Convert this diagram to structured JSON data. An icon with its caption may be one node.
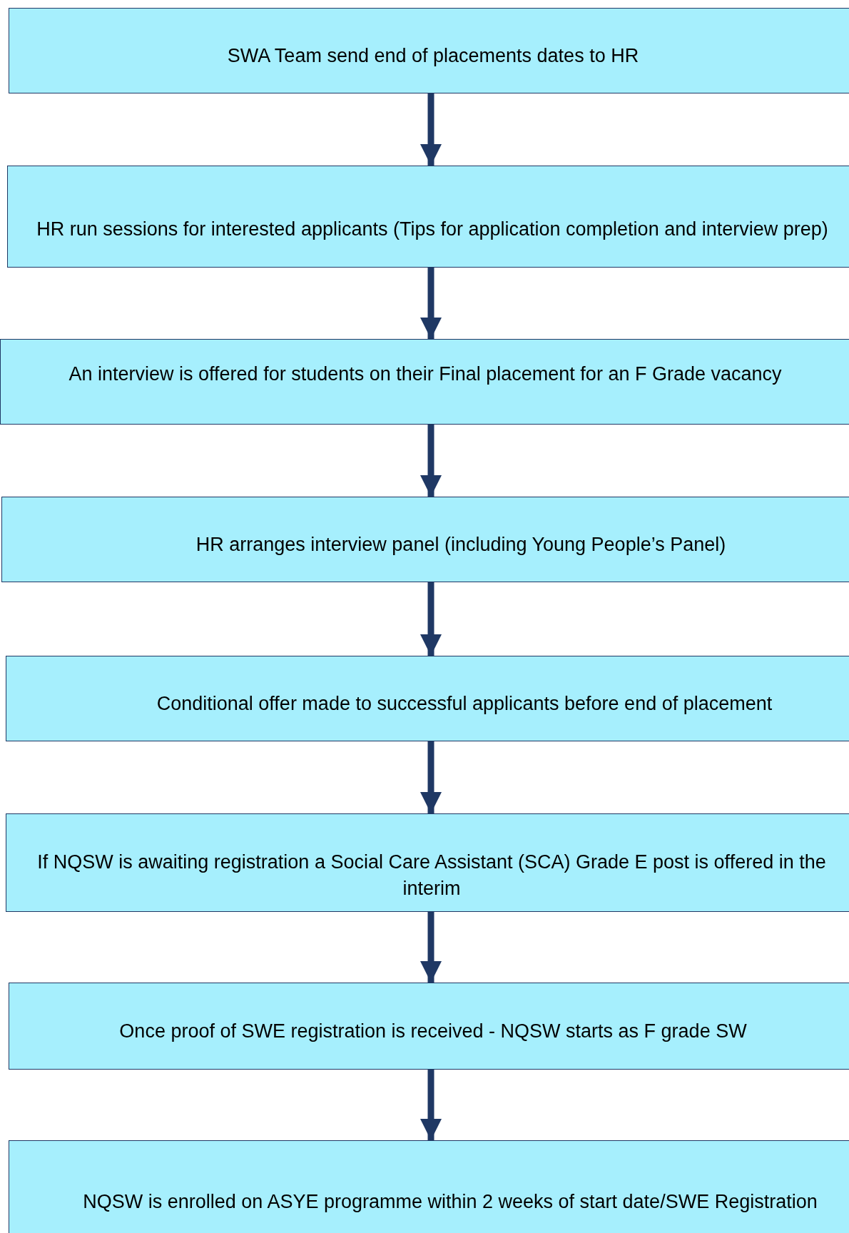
{
  "diagram": {
    "nodes": [
      {
        "text": [
          "SWA Team send end of placements dates to HR"
        ]
      },
      {
        "text": [
          "HR run sessions for interested applicants (Tips for application completion and interview prep)"
        ]
      },
      {
        "text": [
          "An interview is offered for students on their Final placement for an F Grade vacancy"
        ]
      },
      {
        "text": [
          "HR arranges interview panel (including Young People’s Panel)"
        ]
      },
      {
        "text": [
          "Conditional offer made to successful applicants before end of placement"
        ]
      },
      {
        "text": [
          "If NQSW is awaiting registration a Social Care Assistant (SCA) Grade E post is offered in the interim"
        ]
      },
      {
        "text": [
          "Once proof of SWE registration is received - NQSW starts as F grade SW"
        ]
      },
      {
        "text": [
          "NQSW is enrolled on ASYE programme within 2 weeks of start date/SWE Registration"
        ]
      }
    ],
    "edges": [
      {
        "from": 0,
        "to": 1,
        "arrow": "to"
      },
      {
        "from": 1,
        "to": 2,
        "arrow": "to"
      },
      {
        "from": 2,
        "to": 3,
        "arrow": "to"
      },
      {
        "from": 3,
        "to": 4,
        "arrow": "to"
      },
      {
        "from": 4,
        "to": 5,
        "arrow": "to"
      },
      {
        "from": 5,
        "to": 6,
        "arrow": "to"
      },
      {
        "from": 6,
        "to": 7,
        "arrow": "to"
      }
    ]
  }
}
